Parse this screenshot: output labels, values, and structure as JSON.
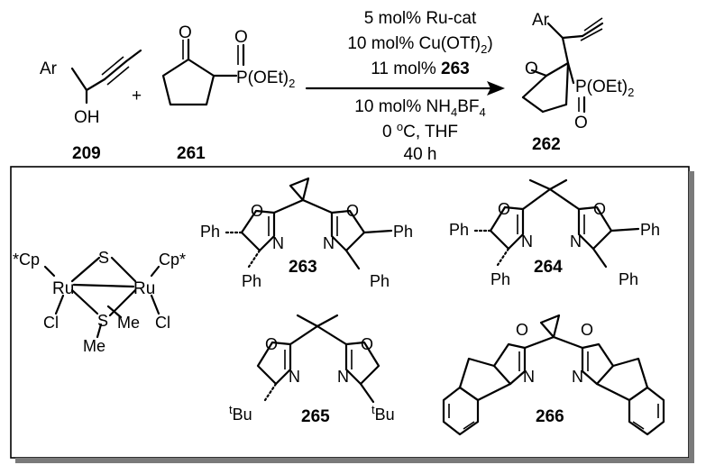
{
  "reaction": {
    "reactant1": {
      "group": "Ar",
      "hydroxyl": "OH",
      "label": "209"
    },
    "plus": "+",
    "reactant2": {
      "carbonyl_o": "O",
      "phosphoryl_o": "O",
      "phosphonate": "P(OEt)",
      "subscript": "2",
      "label": "261"
    },
    "conditions": {
      "line1": "5 mol% Ru-cat",
      "line2": "10 mol% Cu(OTf)",
      "line2_sub": "2",
      "line3_pre": "11 mol% ",
      "line3_bold": "263",
      "line4_pre": "10 mol% NH",
      "line4_sub1": "4",
      "line4_mid": "BF",
      "line4_sub2": "4",
      "line5_pre": "0 ",
      "line5_sup": "o",
      "line5_post": "C, THF",
      "line6": "40 h"
    },
    "product": {
      "group": "Ar",
      "carbonyl_o": "O",
      "phosphonate": "P(OEt)",
      "subscript": "2",
      "phosphoryl_o": "O",
      "label": "262"
    }
  },
  "catalyst": {
    "cp_left": "*Cp",
    "cp_right": "Cp*",
    "ru": "Ru",
    "s": "S",
    "cl": "Cl",
    "me": "Me"
  },
  "ligands": [
    {
      "label": "263",
      "o": "O",
      "n": "N",
      "ph": "Ph"
    },
    {
      "label": "264",
      "o": "O",
      "n": "N",
      "ph": "Ph"
    },
    {
      "label": "265",
      "o": "O",
      "n": "N",
      "sup": "t",
      "bu": "Bu"
    },
    {
      "label": "266",
      "o": "O",
      "n": "N"
    }
  ],
  "colors": {
    "ink": "#000000",
    "background": "#ffffff"
  }
}
